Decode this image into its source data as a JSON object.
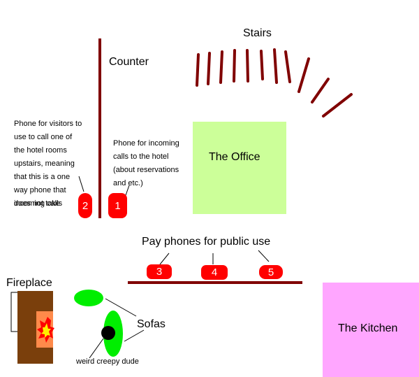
{
  "labels": {
    "stairs": "Stairs",
    "counter": "Counter",
    "office": "The Office",
    "kitchen": "The Kitchen",
    "fireplace": "Fireplace",
    "sofas": "Sofas",
    "pay_phones": "Pay phones for public use",
    "creepy_dude": "weird creepy dude",
    "phone_incoming_note": [
      "Phone for incoming",
      "calls to the hotel",
      "(about reservations",
      "and etc.)"
    ],
    "phone_visitor_note": [
      "Phone for visitors to",
      "use to call one of",
      "the hotel rooms",
      "upstairs, meaning",
      "that this is a one",
      "way phone that",
      "does not take",
      "incoming calls"
    ]
  },
  "phones": {
    "p1": "1",
    "p2": "2",
    "p3": "3",
    "p4": "4",
    "p5": "5"
  },
  "colors": {
    "office": "#ccff99",
    "kitchen": "#ffa6ff",
    "phone": "#ff0000",
    "counter": "#800000",
    "sofa": "#00ee00",
    "fireplace": "#7a3f0c",
    "fire_inner": "#ff8a4a",
    "flame_red": "#ff0000",
    "flame_yellow": "#ffee00"
  }
}
